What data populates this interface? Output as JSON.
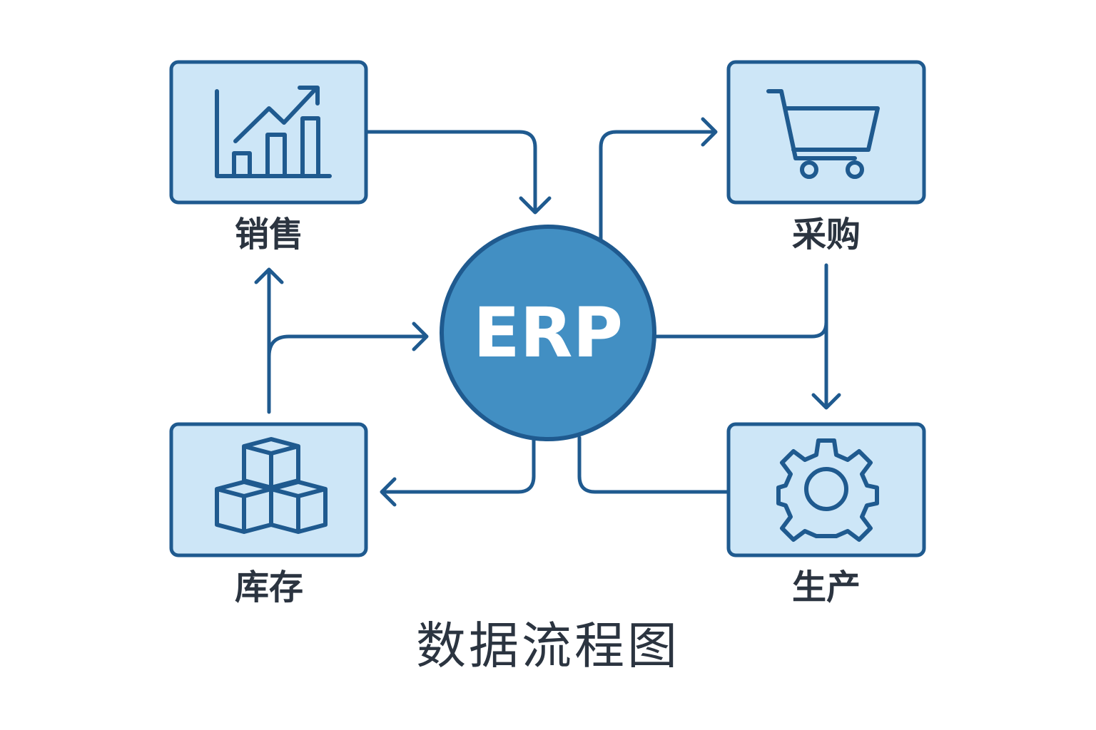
{
  "center": {
    "label": "ERP"
  },
  "modules": {
    "sales": {
      "label": "销售",
      "icon": "bar-chart-trend-icon"
    },
    "purchase": {
      "label": "采购",
      "icon": "shopping-cart-icon"
    },
    "inventory": {
      "label": "库存",
      "icon": "stacked-boxes-icon"
    },
    "production": {
      "label": "生产",
      "icon": "gear-icon"
    }
  },
  "title": "数据流程图",
  "colors": {
    "stroke": "#1f5a8f",
    "box_fill": "#cde6f7",
    "circle_fill": "#428fc3",
    "text": "#2b3440"
  }
}
